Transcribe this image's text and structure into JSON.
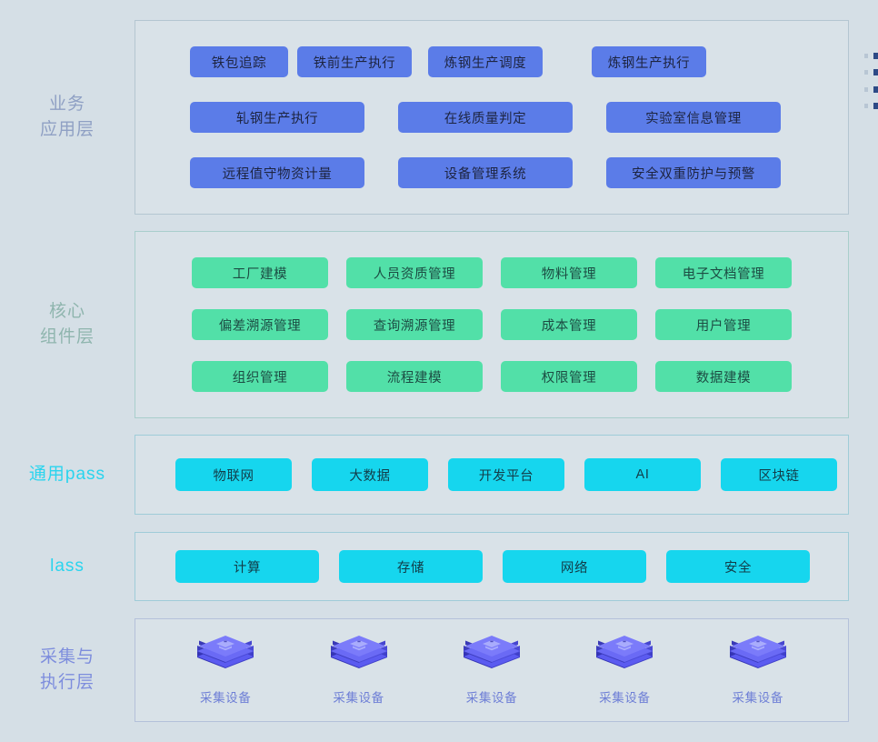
{
  "layers": [
    {
      "id": "business",
      "label": "业务\n应用层",
      "rows": [
        [
          {
            "label": "铁包追踪"
          },
          {
            "label": "铁前生产执行"
          },
          {
            "label": "炼钢生产调度"
          },
          {
            "label": "炼钢生产执行"
          }
        ],
        [
          {
            "label": "轧钢生产执行"
          },
          {
            "label": "在线质量判定"
          },
          {
            "label": "实验室信息管理"
          }
        ],
        [
          {
            "label": "远程值守物资计量"
          },
          {
            "label": "设备管理系统"
          },
          {
            "label": "安全双重防护与预警"
          }
        ]
      ]
    },
    {
      "id": "core",
      "label": "核心\n组件层",
      "rows": [
        [
          {
            "label": "工厂建模"
          },
          {
            "label": "人员资质管理"
          },
          {
            "label": "物料管理"
          },
          {
            "label": "电子文档管理"
          }
        ],
        [
          {
            "label": "偏差溯源管理"
          },
          {
            "label": "查询溯源管理"
          },
          {
            "label": "成本管理"
          },
          {
            "label": "用户管理"
          }
        ],
        [
          {
            "label": "组织管理"
          },
          {
            "label": "流程建模"
          },
          {
            "label": "权限管理"
          },
          {
            "label": "数据建模"
          }
        ]
      ]
    },
    {
      "id": "paas",
      "label": "通用pass",
      "rows": [
        [
          {
            "label": "物联网"
          },
          {
            "label": "大数据"
          },
          {
            "label": "开发平台"
          },
          {
            "label": "AI"
          },
          {
            "label": "区块链"
          }
        ]
      ]
    },
    {
      "id": "iaas",
      "label": "lass",
      "rows": [
        [
          {
            "label": "计算"
          },
          {
            "label": "存储"
          },
          {
            "label": "网络"
          },
          {
            "label": "安全"
          }
        ]
      ]
    },
    {
      "id": "device",
      "label": "采集与\n执行层",
      "devices": [
        {
          "label": "采集设备",
          "icon": "stacked-chip-icon"
        },
        {
          "label": "采集设备",
          "icon": "stacked-chip-icon"
        },
        {
          "label": "采集设备",
          "icon": "stacked-chip-icon"
        },
        {
          "label": "采集设备",
          "icon": "stacked-chip-icon"
        },
        {
          "label": "采集设备",
          "icon": "stacked-chip-icon"
        }
      ]
    }
  ],
  "colors": {
    "background": "#d5dfe6",
    "business_chip": "#5b7ce8",
    "core_chip": "#52e0a8",
    "platform_chip": "#16d6ee",
    "device_icon": "#4d4fd8",
    "business_label": "#8fa0c4",
    "core_label": "#8fb5ae",
    "platform_label": "#2ad4ee",
    "device_label": "#7d8ddd",
    "decoration_square": "#2d4a86"
  }
}
